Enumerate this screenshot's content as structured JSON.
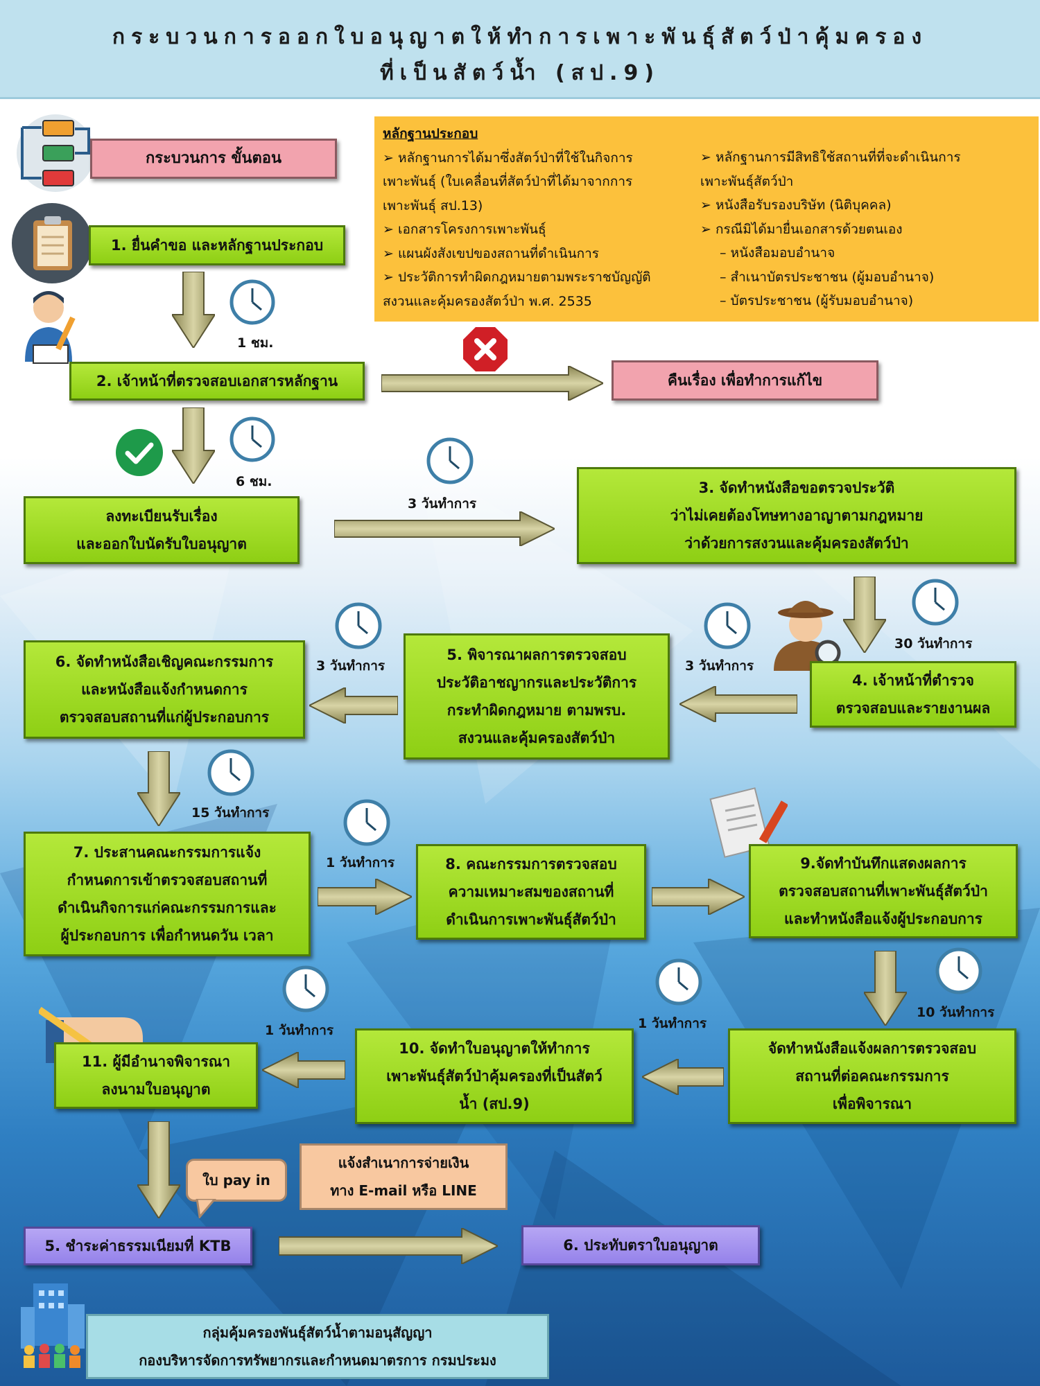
{
  "header": {
    "title_line1": "กระบวนการออกใบอนุญาตให้ทำการเพาะพันธุ์สัตว์ป่าคุ้มครอง",
    "title_line2": "ที่เป็นสัตว์น้ำ (สป.9)"
  },
  "process_label": "กระบวนการ ขั้นตอน",
  "evidence": {
    "heading": "หลักฐานประกอบ",
    "left": [
      "➢ หลักฐานการได้มาซึ่งสัตว์ป่าที่ใช้ในกิจการ",
      "เพาะพันธุ์ (ใบเคลื่อนที่สัตว์ป่าที่ได้มาจากการ",
      "เพาะพันธุ์ สป.13)",
      "➢ เอกสารโครงการเพาะพันธุ์",
      "➢ แผนผังสังเขปของสถานที่ดำเนินการ",
      "➢ ประวัติการทำผิดกฎหมายตามพระราชบัญญัติ",
      "สงวนและคุ้มครองสัตว์ป่า พ.ศ. 2535"
    ],
    "right": [
      "➢ หลักฐานการมีสิทธิใช้สถานที่ที่จะดำเนินการ",
      "เพาะพันธุ์สัตว์ป่า",
      "➢ หนังสือรับรองบริษัท (นิติบุคคล)",
      "➢ กรณีมิได้มายื่นเอกสารด้วยตนเอง",
      "– หนังสือมอบอำนาจ",
      "– สำเนาบัตรประชาชน (ผู้มอบอำนาจ)",
      "– บัตรประชาชน (ผู้รับมอบอำนาจ)"
    ]
  },
  "steps": {
    "s1": "1. ยื่นคำขอ และหลักฐานประกอบ",
    "s2": "2. เจ้าหน้าที่ตรวจสอบเอกสารหลักฐาน",
    "return": "คืนเรื่อง เพื่อทำการแก้ไข",
    "register": [
      "ลงทะเบียนรับเรื่อง",
      "และออกใบนัดรับใบอนุญาต"
    ],
    "s3": [
      "3. จัดทำหนังสือขอตรวจประวัติ",
      "ว่าไม่เคยต้องโทษทางอาญาตามกฎหมาย",
      "ว่าด้วยการสงวนและคุ้มครองสัตว์ป่า"
    ],
    "s4": [
      "4. เจ้าหน้าที่ตำรวจ",
      "ตรวจสอบและรายงานผล"
    ],
    "s5": [
      "5. พิจารณาผลการตรวจสอบ",
      "ประวัติอาชญากรและประวัติการ",
      "กระทำผิดกฎหมาย ตามพรบ.",
      "สงวนและคุ้มครองสัตว์ป่า"
    ],
    "s6": [
      "6. จัดทำหนังสือเชิญคณะกรรมการ",
      "และหนังสือแจ้งกำหนดการ",
      "ตรวจสอบสถานที่แก่ผู้ประกอบการ"
    ],
    "s7": [
      "7. ประสานคณะกรรมการแจ้ง",
      "กำหนดการเข้าตรวจสอบสถานที่",
      "ดำเนินกิจการแก่คณะกรรมการและ",
      "ผู้ประกอบการ เพื่อกำหนดวัน เวลา"
    ],
    "s8": [
      "8. คณะกรรมการตรวจสอบ",
      "ความเหมาะสมของสถานที่",
      "ดำเนินการเพาะพันธุ์สัตว์ป่า"
    ],
    "s9": [
      "9.จัดทำบันทึกแสดงผลการ",
      "ตรวจสอบสถานที่เพาะพันธุ์สัตว์ป่า",
      "และทำหนังสือแจ้งผู้ประกอบการ"
    ],
    "notify": [
      "จัดทำหนังสือแจ้งผลการตรวจสอบ",
      "สถานที่ต่อคณะกรรมการ",
      "เพื่อพิจารณา"
    ],
    "s10": [
      "10. จัดทำใบอนุญาตให้ทำการ",
      "เพาะพันธุ์สัตว์ป่าคุ้มครองที่เป็นสัตว์",
      "น้ำ (สป.9)"
    ],
    "s11": [
      "11. ผู้มีอำนาจพิจารณา",
      "ลงนามใบอนุญาต"
    ],
    "pay": "5. ชำระค่าธรรมเนียมที่ KTB",
    "stamp": "6. ประทับตราใบอนุญาต"
  },
  "durations": {
    "d1": "1 ชม.",
    "d2": "6 ชม.",
    "d3": "3 วันทำการ",
    "d4": "30 วันทำการ",
    "d5": "3 วันทำการ",
    "d6": "3 วันทำการ",
    "d7": "15 วันทำการ",
    "d8": "1 วันทำการ",
    "d9": "10 วันทำการ",
    "d10": "1 วันทำการ",
    "d11": "1 วันทำการ"
  },
  "payin_bubble": "ใบ pay in",
  "payment_notice": [
    "แจ้งสำเนาการจ่ายเงิน",
    "ทาง E-mail หรือ LINE"
  ],
  "footer": [
    "กลุ่มคุ้มครองพันธุ์สัตว์น้ำตามอนุสัญญา",
    "กองบริหารจัดการทรัพยากรและกำหนดมาตรการ กรมประมง"
  ],
  "colors": {
    "step_green": "#9ad81e",
    "return_pink": "#f2a3ae",
    "evidence_yellow": "#fcc13c",
    "final_purple": "#a393f0",
    "header_blue": "#bfe1ee",
    "reject_red": "#d01f26",
    "approve_green": "#1e9a4a"
  }
}
